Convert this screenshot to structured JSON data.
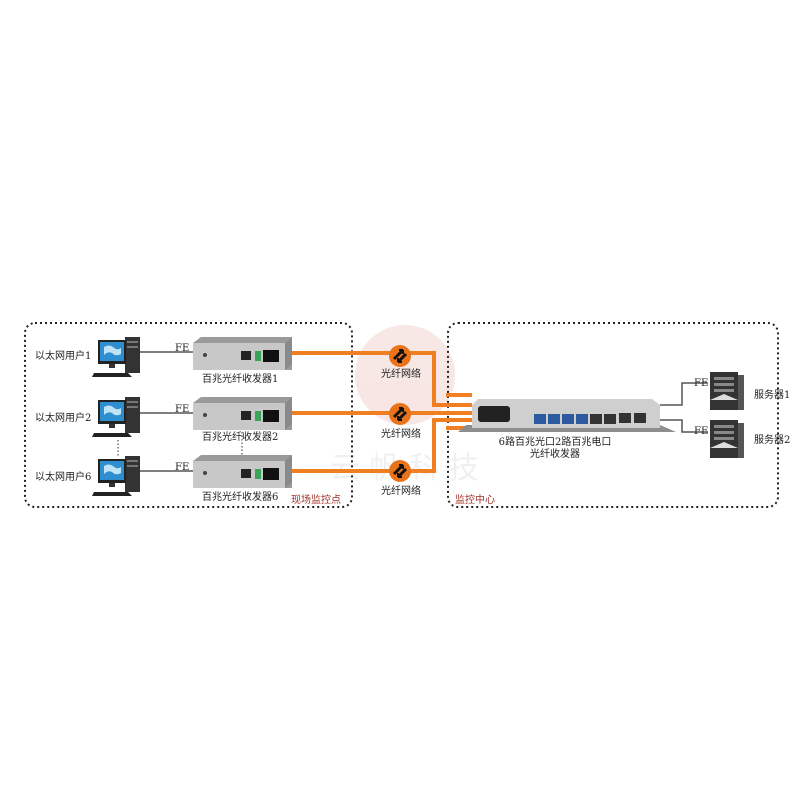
{
  "site": {
    "label": "现场监控点",
    "users": [
      "以太网用户1",
      "以太网用户2",
      "以太网用户6"
    ],
    "link_label": "FE",
    "converters": [
      "百兆光纤收发器1",
      "百兆光纤收发器2",
      "百兆光纤收发器6"
    ]
  },
  "network": {
    "label": "光纤网络"
  },
  "center": {
    "label": "监控中心",
    "device_line1": "6路百兆光口2路百兆电口",
    "device_line2": "光纤收发器",
    "link_label": "FE",
    "servers": [
      "服务器1",
      "服务器2"
    ]
  },
  "colors": {
    "fiber": "#f07f22",
    "border": "#222222",
    "accent_text": "#a0332a"
  }
}
